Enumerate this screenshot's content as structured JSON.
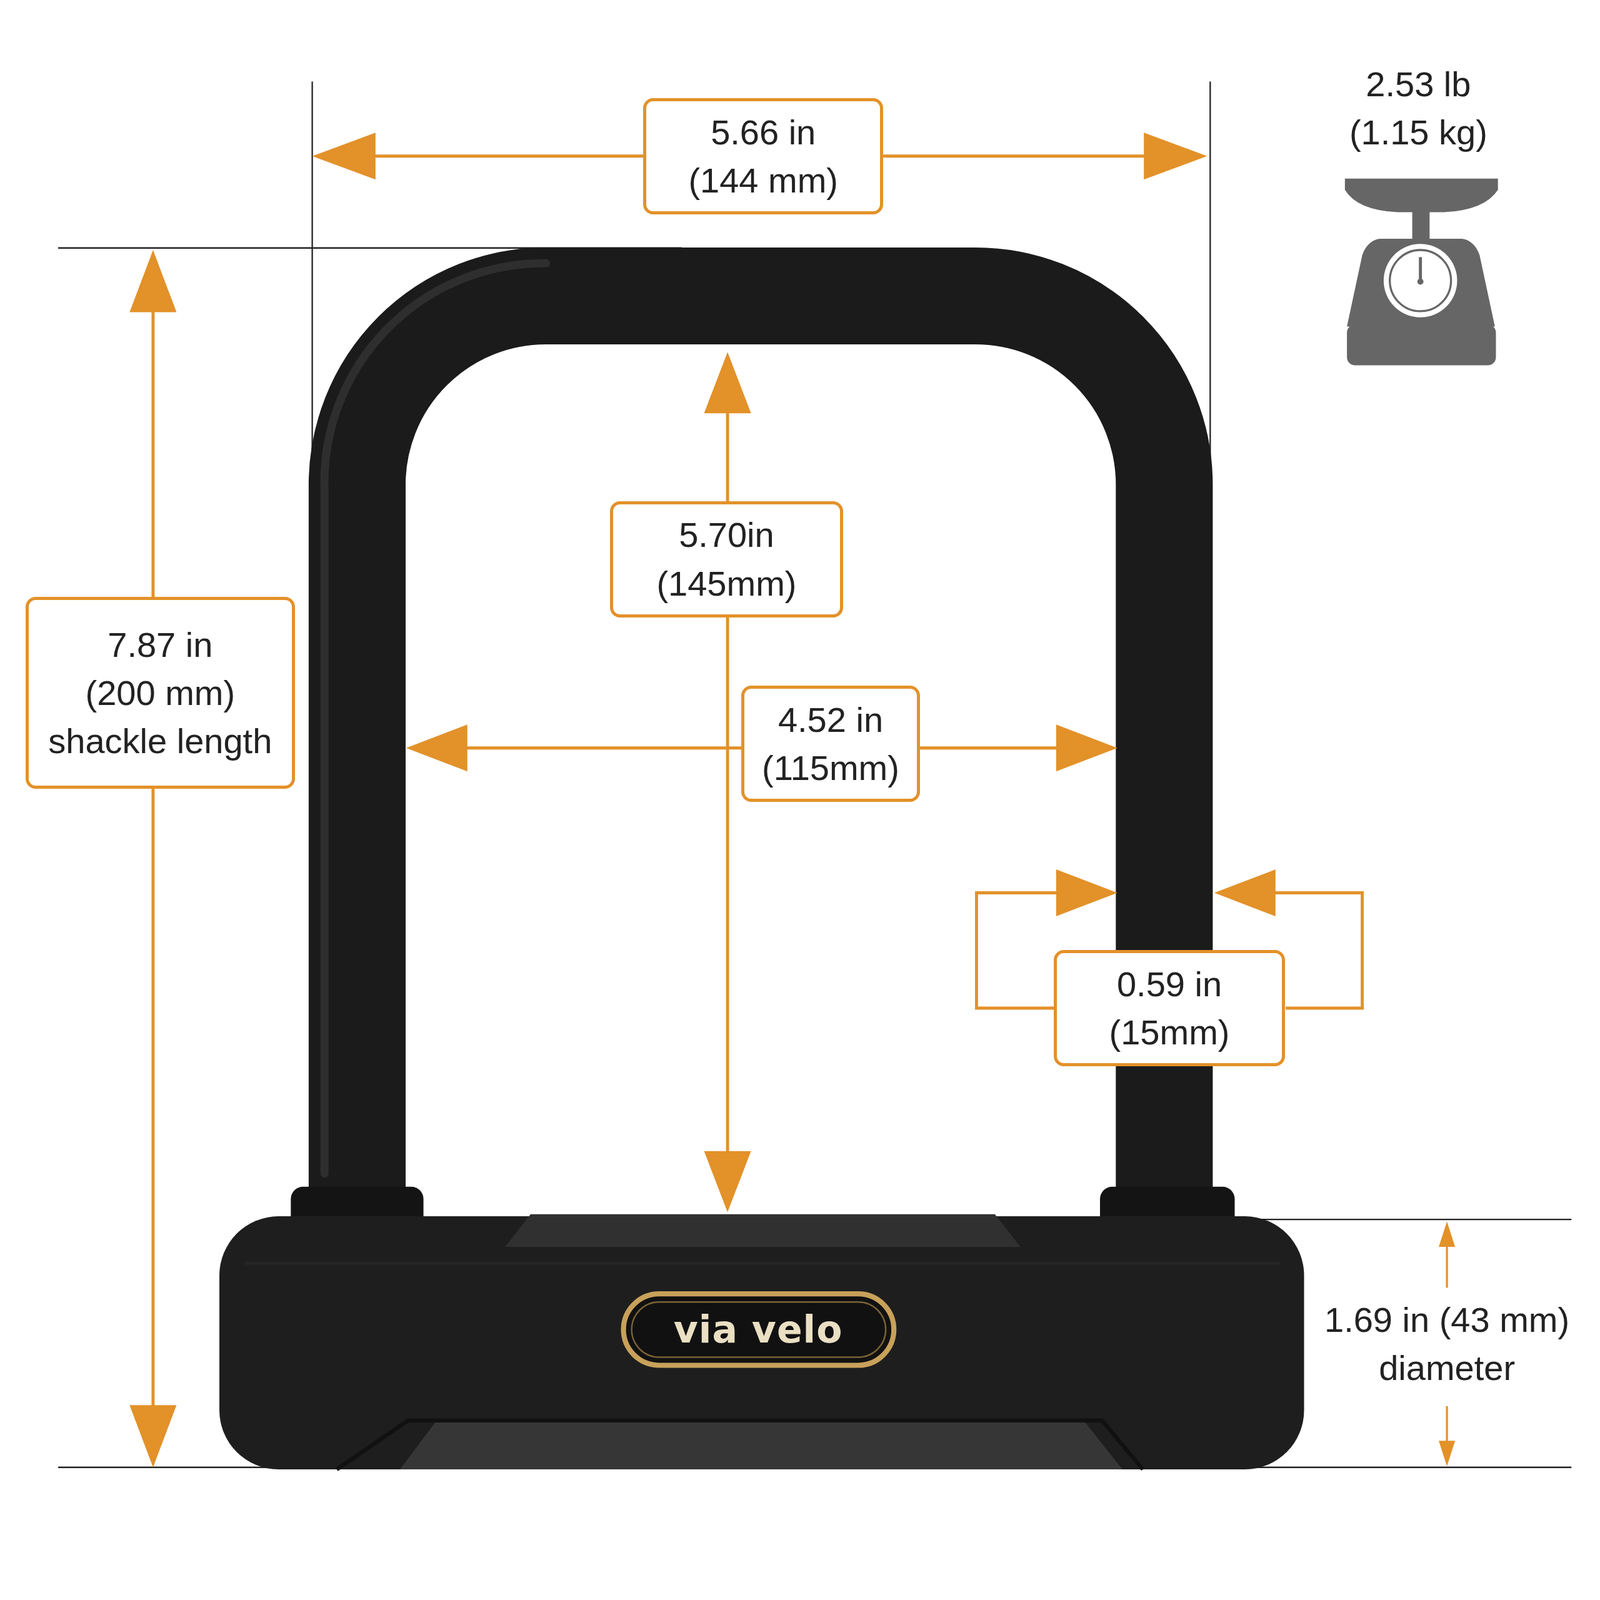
{
  "diagram": {
    "nodes": [
      {
        "text": [
          "5.66 in (144 mm)"
        ]
      },
      {
        "text": [
          "5.70in (145mm)"
        ]
      },
      {
        "text": [
          "7.87 in (200 mm)",
          "shackle length"
        ]
      },
      {
        "text": [
          "4.52 in (115mm)"
        ]
      },
      {
        "text": [
          "0.59 in (15mm)"
        ]
      }
    ],
    "labels": [
      "2.53 lb (1.15 kg)",
      "via velo",
      "1.69 in (43 mm) diameter"
    ]
  }
}
